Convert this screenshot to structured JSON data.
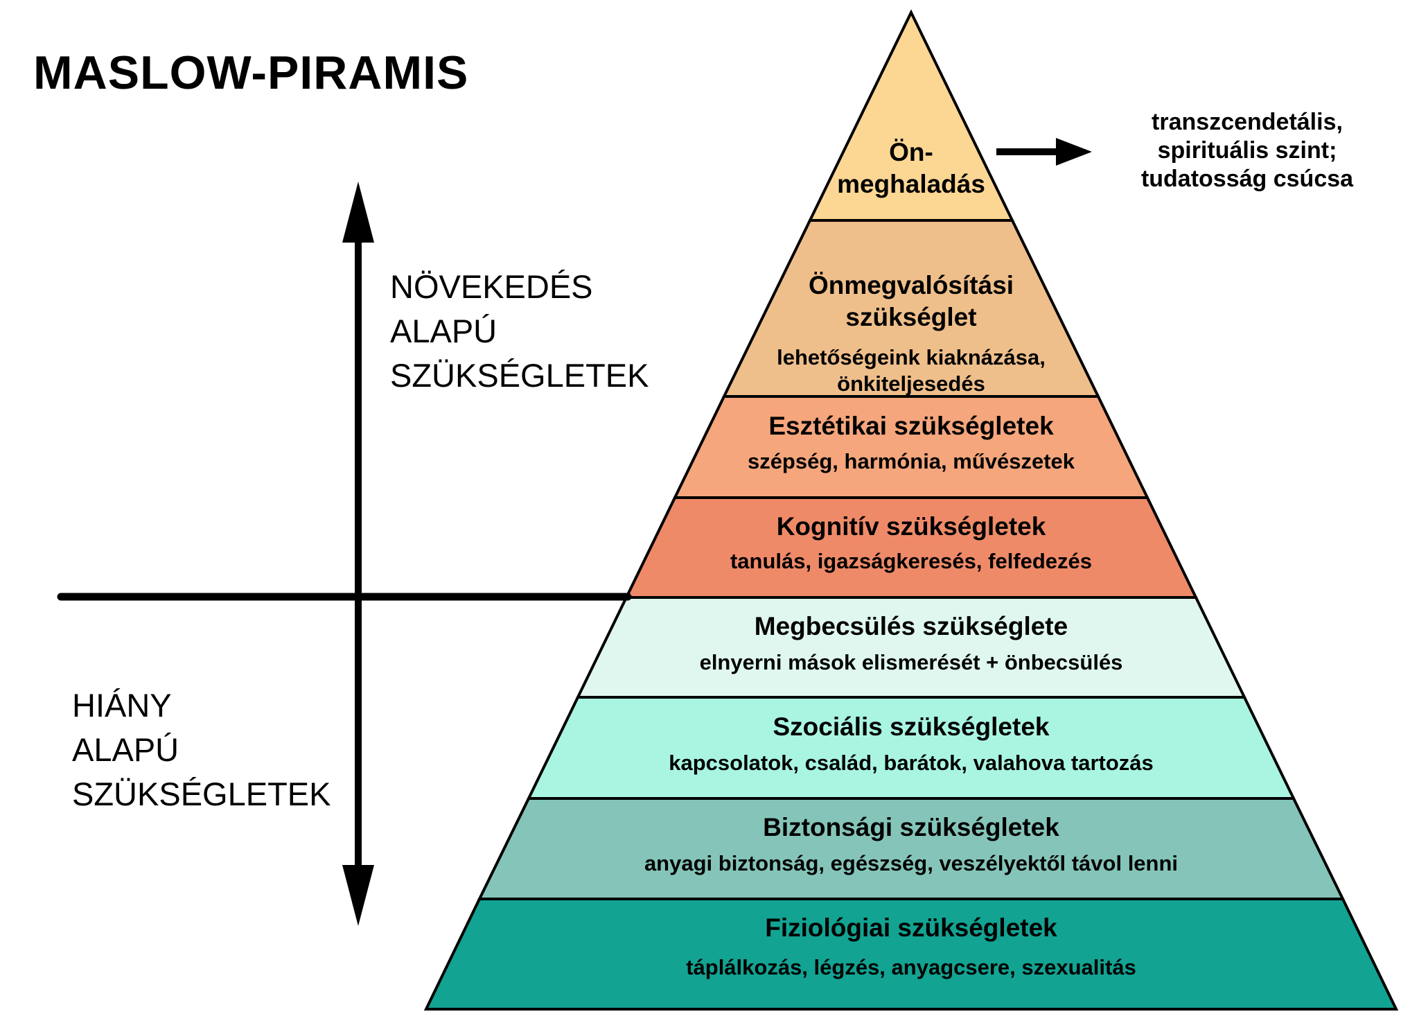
{
  "title": "MASLOW-PIRAMIS",
  "left_axis": {
    "growth": {
      "line1": "NÖVEKEDÉS",
      "line2": "ALAPÚ",
      "line3": "SZÜKSÉGLETEK"
    },
    "deficiency": {
      "line1": "HIÁNY",
      "line2": "ALAPÚ",
      "line3": "SZÜKSÉGLETEK"
    }
  },
  "annotation": {
    "line1": "transzcendetális,",
    "line2": "spirituális szint;",
    "line3": "tudatosság csúcsa"
  },
  "pyramid": {
    "outline_color": "#000000",
    "levels": [
      {
        "name": "önmeghaladás",
        "title_line1": "Ön-",
        "title_line2": "meghaladás",
        "color": "#FCD794"
      },
      {
        "name": "önmegvalósítási szükséglet",
        "title_line1": "Önmegvalósítási",
        "title_line2": "szükséglet",
        "subtitle_line1": "lehetőségeink kiaknázása,",
        "subtitle_line2": "önkiteljesedés",
        "color": "#EFBF8B"
      },
      {
        "name": "esztétikai szükségletek",
        "title": "Esztétikai szükségletek",
        "subtitle": "szépség, harmónia, művészetek",
        "color": "#F5A67C"
      },
      {
        "name": "kognitív szükségletek",
        "title": "Kognitív szükségletek",
        "subtitle": "tanulás, igazságkeresés, felfedezés",
        "color": "#EF8A69"
      },
      {
        "name": "megbecsülés szükséglete",
        "title": "Megbecsülés szükséglete",
        "subtitle": "elnyerni mások elismerését + önbecsülés",
        "color": "#DFF7EF"
      },
      {
        "name": "szociális szükségletek",
        "title": "Szociális szükségletek",
        "subtitle": "kapcsolatok, család, barátok, valahova tartozás",
        "color": "#A9F5E2"
      },
      {
        "name": "biztonsági szükségletek",
        "title": "Biztonsági szükségletek",
        "subtitle": "anyagi biztonság, egészség, veszélyektől távol lenni",
        "color": "#85C5B9"
      },
      {
        "name": "fiziológiai szükségletek",
        "title": "Fiziológiai szükségletek",
        "subtitle": "táplálkozás, légzés, anyagcsere, szexualitás",
        "color": "#12A392"
      }
    ]
  }
}
